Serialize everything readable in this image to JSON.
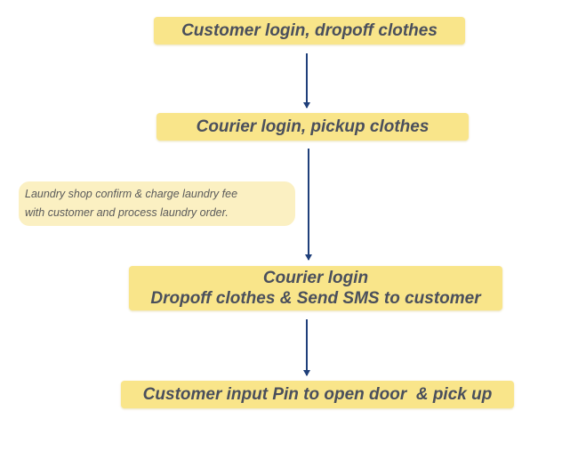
{
  "steps": [
    {
      "lines": [
        "Customer login, dropoff clothes"
      ]
    },
    {
      "lines": [
        "Courier login, pickup clothes"
      ]
    },
    {
      "lines": [
        "Courier login",
        "Dropoff clothes & Send SMS to customer"
      ]
    },
    {
      "lines": [
        "Customer input Pin to open door  & pick up"
      ]
    }
  ],
  "note": {
    "lines": [
      "Laundry shop confirm & charge laundry fee",
      "with customer and process laundry order."
    ]
  },
  "colors": {
    "step_fill": "#f9e58a",
    "note_fill": "#fbf0c2",
    "arrow": "#1f3f7a",
    "text": "#4a4f5c"
  }
}
